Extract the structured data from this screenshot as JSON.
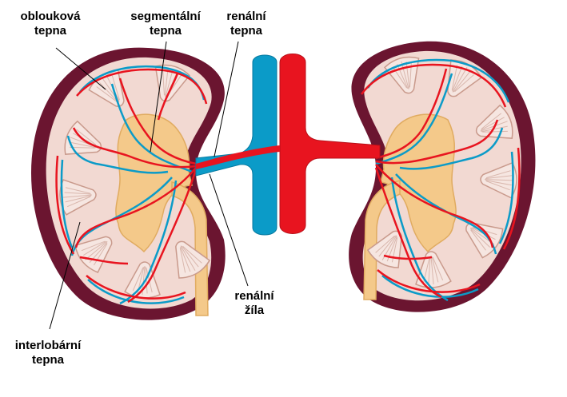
{
  "labels": {
    "arcuate_artery": {
      "line1": "oblouková",
      "line2": "tepna"
    },
    "segmental_artery": {
      "line1": "segmentální",
      "line2": "tepna"
    },
    "renal_artery": {
      "line1": "renální",
      "line2": "tepna"
    },
    "renal_vein": {
      "line1": "renální",
      "line2": "žíla"
    },
    "interlobar_artery": {
      "line1": "interlobární",
      "line2": "tepna"
    }
  },
  "colors": {
    "capsule": "#6b1530",
    "cortex": "#f2d9d2",
    "pyramid": "#f6e6e1",
    "pelvis": "#f4c98a",
    "artery": "#e8141f",
    "vein": "#0b9bc8",
    "leader": "#000000"
  }
}
